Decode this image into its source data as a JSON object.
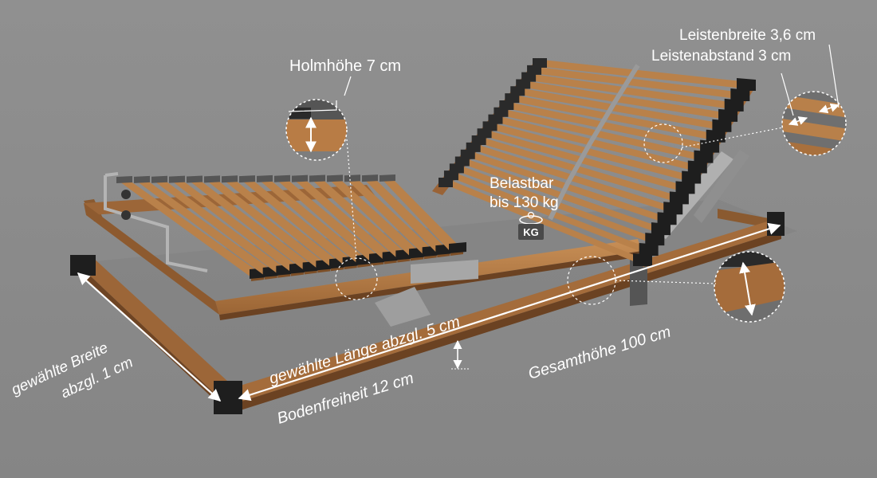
{
  "labels": {
    "holm_height": "Holmhöhe 7 cm",
    "slat_width": "Leistenbreite 3,6 cm",
    "slat_spacing": "Leistenabstand 3 cm",
    "load_line1": "Belastbar",
    "load_line2": "bis 130 kg",
    "kg_symbol": "KG",
    "length": "gewählte Länge abzgl. 5 cm",
    "width_line1": "gewählte Breite",
    "width_line2": "abzgl. 1 cm",
    "ground_clearance": "Bodenfreiheit 12 cm",
    "total_height": "Gesamthöhe 100 cm"
  },
  "colors": {
    "background": "#8e8e8e",
    "wood": "#b9814a",
    "wood_dark": "#7d4f27",
    "frame": "#8a5a30",
    "cap": "#1e1e1e",
    "metal": "#9a9a9a",
    "annotation": "#ffffff"
  }
}
